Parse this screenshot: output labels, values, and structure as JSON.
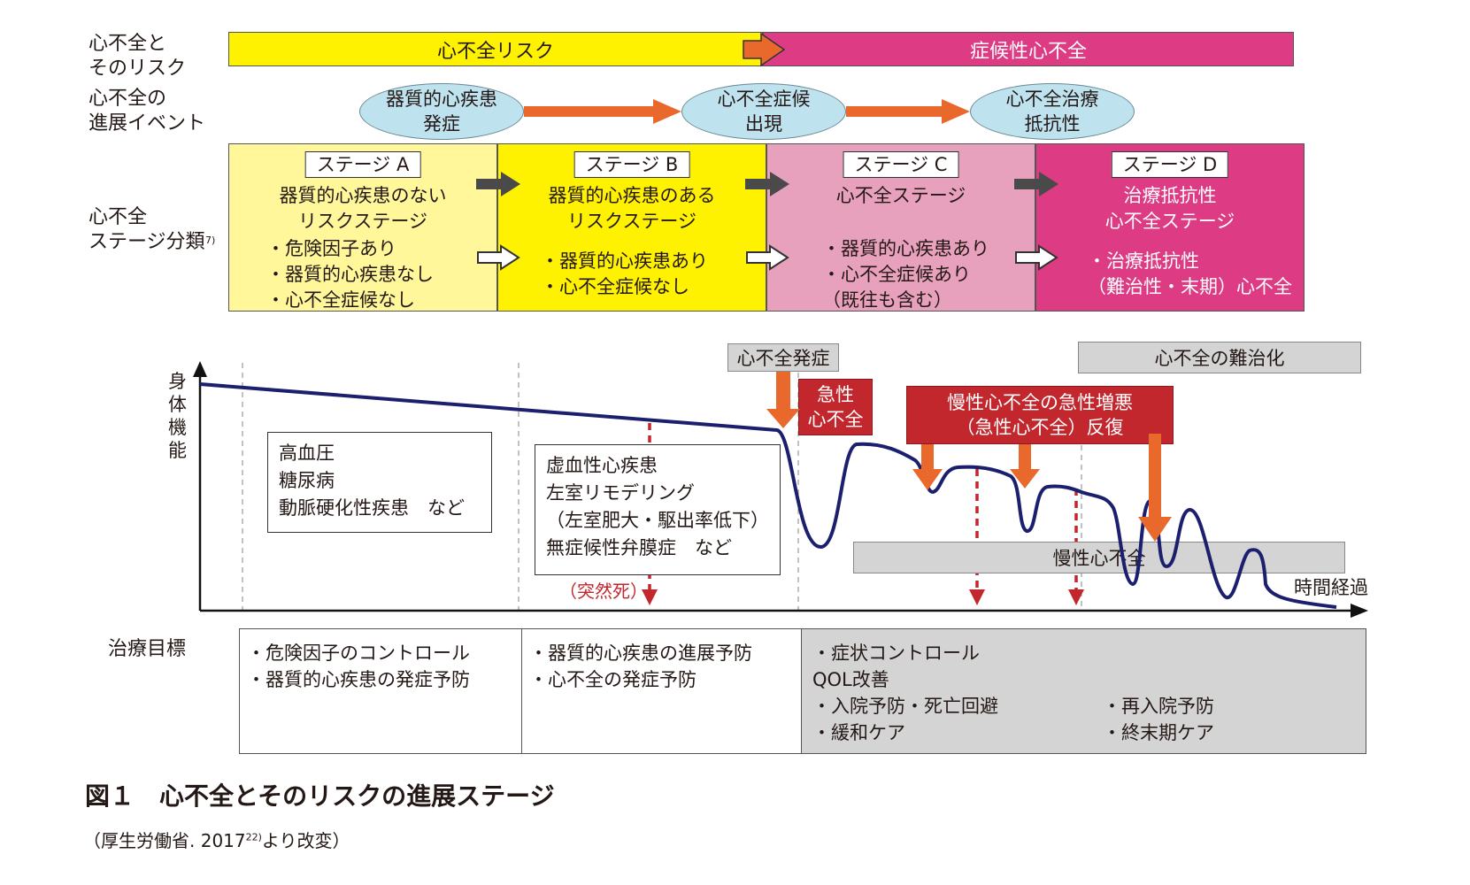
{
  "row_labels": {
    "risk": "心不全と\nそのリスク",
    "events": "心不全の\n進展イベント",
    "stage": "心不全\nステージ分類",
    "stage_ref": "7)",
    "goals": "治療目標"
  },
  "risk_bar": {
    "left": "心不全リスク",
    "right": "症候性心不全"
  },
  "events": [
    {
      "label": "器質的心疾患\n発症"
    },
    {
      "label": "心不全症候\n出現"
    },
    {
      "label": "心不全治療\n抵抗性"
    }
  ],
  "stages": [
    {
      "tag": "ステージ A",
      "title": "器質的心疾患のない\nリスクステージ",
      "items": "・危険因子あり\n・器質的心疾患なし\n・心不全症候なし",
      "color": "#fff799"
    },
    {
      "tag": "ステージ B",
      "title": "器質的心疾患のある\nリスクステージ",
      "items": "・器質的心疾患あり\n・心不全症候なし",
      "color": "#fff200"
    },
    {
      "tag": "ステージ C",
      "title": "心不全ステージ",
      "items": "・器質的心疾患あり\n・心不全症候あり\n（既往も含む）",
      "color": "#e8a1bc"
    },
    {
      "tag": "ステージ D",
      "title": "治療抵抗性\n心不全ステージ",
      "items": "・治療抵抗性\n（難治性・末期）心不全",
      "color": "#dd3b84"
    }
  ],
  "graph": {
    "y_label": "身\n体\n機\n能",
    "x_label": "時間経過",
    "onset": "心不全発症",
    "acute": "急性\n心不全",
    "refractory": "心不全の難治化",
    "exacerbation": "慢性心不全の急性増悪\n（急性心不全）反復",
    "chronic": "慢性心不全",
    "sudden_death": "（突然死）",
    "box_a": "高血圧\n糖尿病\n動脈硬化性疾患　など",
    "box_b": "虚血性心疾患\n左室リモデリング\n（左室肥大・駆出率低下）\n無症候性弁膜症　など"
  },
  "goals": {
    "a": "・危険因子のコントロール\n・器質的心疾患の発症予防",
    "b": "・器質的心疾患の進展予防\n・心不全の発症予防",
    "c_left": "・症状コントロール\nQOL改善\n・入院予防・死亡回避\n・緩和ケア",
    "c_right": "・再入院予防\n・終末期ケア"
  },
  "caption": {
    "title": "図１　心不全とそのリスクの進展ステージ",
    "source": "（厚生労働省. 2017",
    "source_ref": "22)",
    "source_tail": "より改変）"
  },
  "colors": {
    "yellow": "#fff200",
    "magenta": "#dd3b84",
    "orange": "#e8692b",
    "navy": "#1b1f6e",
    "red": "#c1272d",
    "gray": "#d4d4d4"
  }
}
